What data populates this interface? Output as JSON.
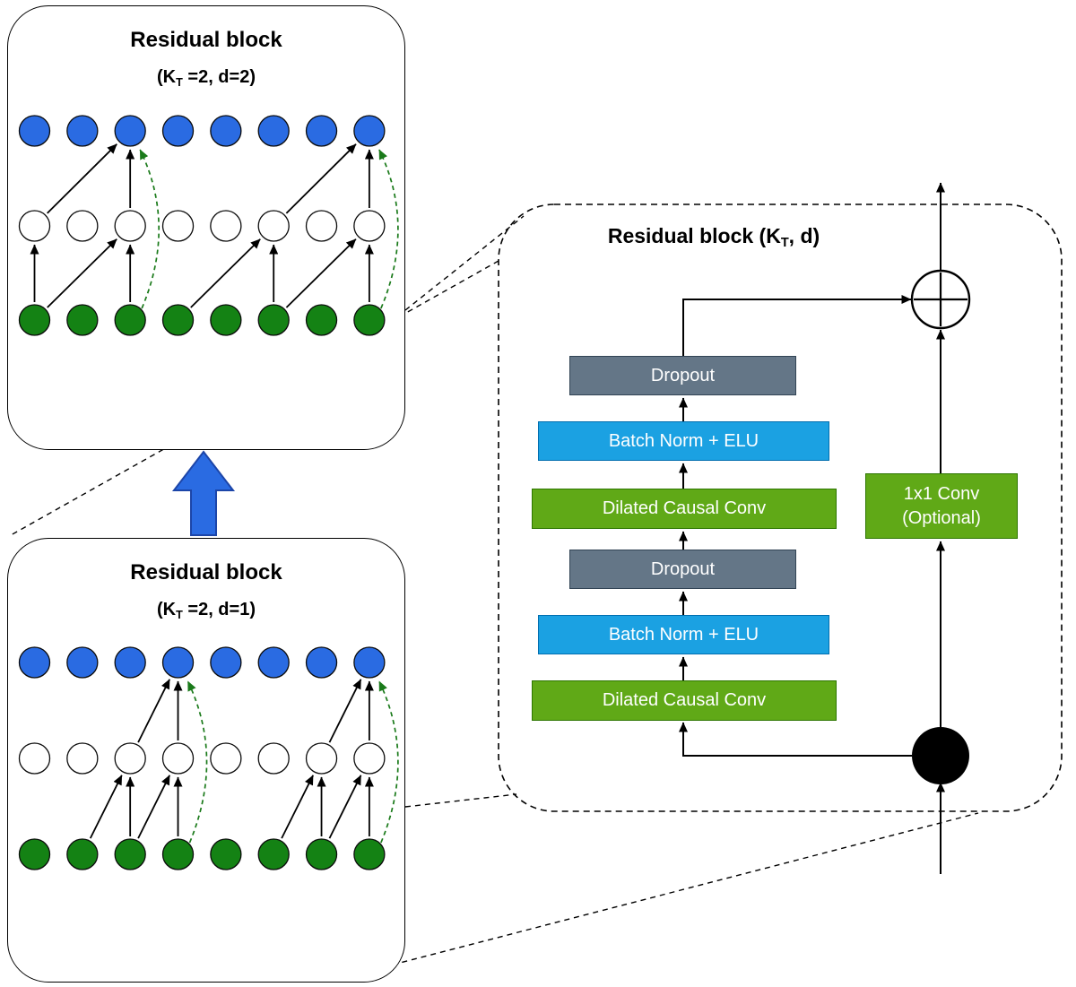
{
  "blocks": [
    {
      "title": "Residual block",
      "sub_pre": "(K",
      "sub_sub": "T",
      "sub_post": " =2, d=2)",
      "dilation": 2,
      "outputs": [
        2,
        7
      ]
    },
    {
      "title": "Residual block",
      "sub_pre": "(K",
      "sub_sub": "T",
      "sub_post": " =2, d=1)",
      "dilation": 1,
      "outputs": [
        3,
        7
      ]
    }
  ],
  "zoom": {
    "title_pre": "Residual block (K",
    "title_sub": "T",
    "title_post": ", d)",
    "layers": [
      {
        "label": "Dropout",
        "style": "gray"
      },
      {
        "label": "Batch Norm + ELU",
        "style": "cyan"
      },
      {
        "label": "Dilated Causal Conv",
        "style": "green"
      },
      {
        "label": "Dropout",
        "style": "gray"
      },
      {
        "label": "Batch Norm + ELU",
        "style": "cyan"
      },
      {
        "label": "Dilated Causal Conv",
        "style": "green"
      }
    ],
    "side_block": {
      "line1": "1x1 Conv",
      "line2": "(Optional)"
    }
  },
  "nodes": {
    "per_row": 8,
    "rows": [
      "output",
      "hidden",
      "input"
    ]
  },
  "colors": {
    "node_blue": "#2a6be2",
    "node_green": "#148214",
    "node_white": "#ffffff",
    "node_border": "#0b0b0b",
    "big_arrow_fill": "#2a6be2",
    "big_arrow_stroke": "#1c45a8",
    "skip_green": "#1a7a1a",
    "block_gray": "#647687",
    "block_gray_border": "#314354",
    "block_cyan": "#1ba1e2",
    "block_cyan_border": "#006eaf",
    "block_green": "#60a917",
    "block_green_border": "#2d7600",
    "label_text": "#ffffff"
  }
}
